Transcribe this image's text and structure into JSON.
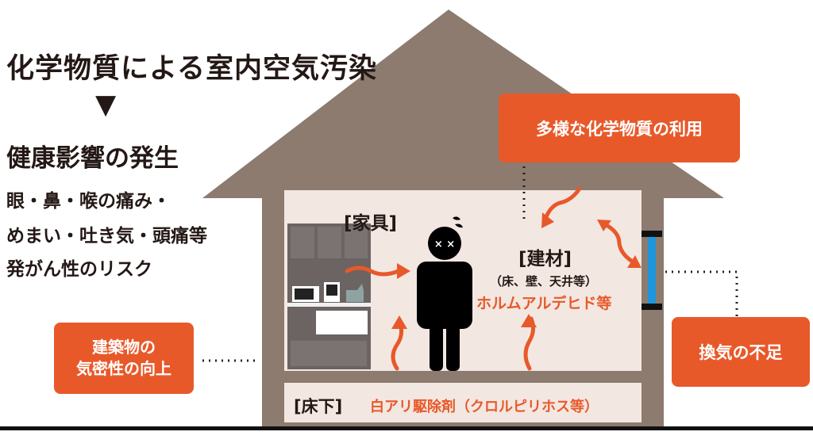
{
  "heading": {
    "title": "化学物質による室内空気汚染",
    "arrow": "▼",
    "result": "健康影響の発生",
    "symptoms": [
      "眼・鼻・喉の痛み・",
      "めまい・吐き気・頭痛等",
      "発がん性のリスク"
    ]
  },
  "callouts": {
    "chemicals": "多様な化学物質の利用",
    "airtight_line1": "建築物の",
    "airtight_line2": "気密性の向上",
    "ventilation": "換気の不足"
  },
  "labels": {
    "furniture": "[家具]",
    "materials": "[建材]",
    "materials_detail": "（床、壁、天井等）",
    "materials_chemical": "ホルムアルデヒド等",
    "underfloor": "[床下]",
    "underfloor_chemical": "白アリ駆除剤（クロルピリホス等）"
  },
  "colors": {
    "house": "#8c7b6e",
    "interior": "#f3e7e2",
    "accent": "#e8592a",
    "window": "#1e96dc"
  }
}
